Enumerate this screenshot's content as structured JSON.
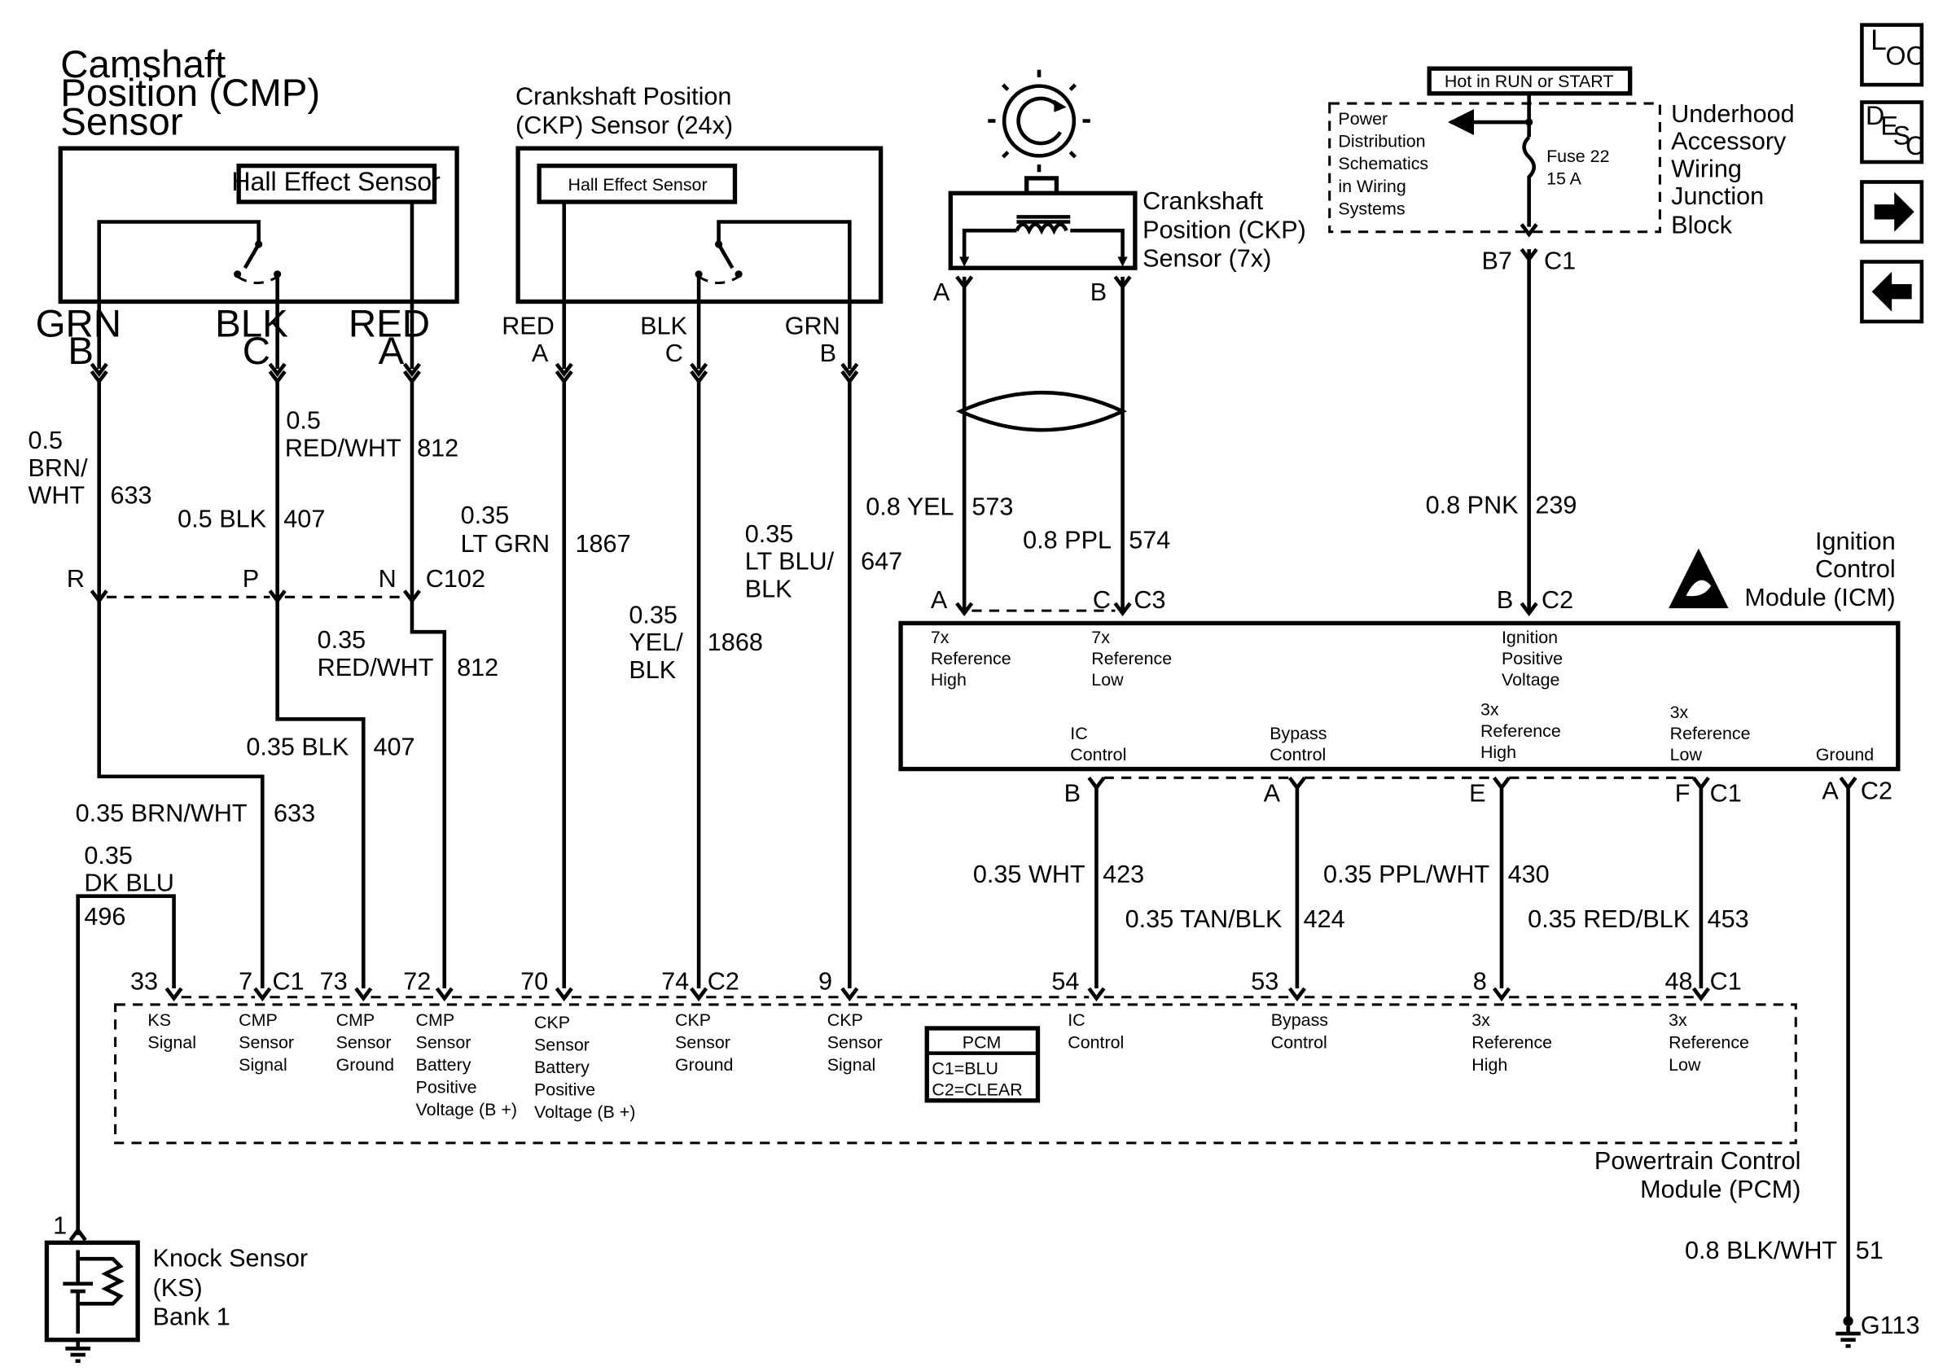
{
  "nav": {
    "loc_main": "L",
    "loc_sub": "OC",
    "desc_main": "D",
    "desc_e": "E",
    "desc_s": "S",
    "desc_c": "C",
    "next": "→",
    "prev": "←",
    "next_icon": "right-arrow-icon",
    "prev_icon": "left-arrow-icon"
  },
  "cmp": {
    "title1": "Camshaft",
    "title2": "Position (CMP)",
    "title3": "Sensor",
    "hall": "Hall Effect Sensor",
    "pins": [
      {
        "color": "GRN",
        "pin": "B"
      },
      {
        "color": "BLK",
        "pin": "C"
      },
      {
        "color": "RED",
        "pin": "A"
      }
    ]
  },
  "ckp24": {
    "title1": "Crankshaft Position",
    "title2": "(CKP) Sensor (24x)",
    "hall": "Hall Effect Sensor",
    "pins": [
      {
        "color": "RED",
        "pin": "A"
      },
      {
        "color": "BLK",
        "pin": "C"
      },
      {
        "color": "GRN",
        "pin": "B"
      }
    ]
  },
  "ckp7": {
    "title1": "Crankshaft",
    "title2": "Position (CKP)",
    "title3": "Sensor (7x)",
    "pin_a": "A",
    "pin_b": "B"
  },
  "uajb": {
    "hot": "Hot in RUN or START",
    "pd1": "Power",
    "pd2": "Distribution",
    "pd3": "Schematics",
    "pd4": "in Wiring",
    "pd5": "Systems",
    "fuse1": "Fuse 22",
    "fuse2": "15 A",
    "t1": "Underhood",
    "t2": "Accessory",
    "t3": "Wiring",
    "t4": "Junction",
    "t5": "Block",
    "pin": "B7",
    "conn": "C1"
  },
  "wires": {
    "w633a": {
      "gauge": "0.5",
      "c1": "BRN/",
      "c2": "WHT",
      "num": "633"
    },
    "w812a": {
      "gauge": "0.5",
      "color": "RED/WHT",
      "num": "812"
    },
    "w407a": {
      "label": "0.5 BLK",
      "num": "407"
    },
    "w1867": {
      "gauge": "0.35",
      "color": "LT GRN",
      "num": "1867"
    },
    "w647": {
      "gauge": "0.35",
      "c1": "LT BLU/",
      "c2": "BLK",
      "num": "647"
    },
    "w1868": {
      "gauge": "0.35",
      "c1": "YEL/",
      "c2": "BLK",
      "num": "1868"
    },
    "w573": {
      "label": "0.8 YEL",
      "num": "573"
    },
    "w574": {
      "label": "0.8 PPL",
      "num": "574"
    },
    "w239": {
      "label": "0.8 PNK",
      "num": "239"
    },
    "w812b": {
      "gauge": "0.35",
      "color": "RED/WHT",
      "num": "812"
    },
    "w407b": {
      "label": "0.35 BLK",
      "num": "407"
    },
    "w633b": {
      "label": "0.35 BRN/WHT",
      "num": "633"
    },
    "w496": {
      "gauge": "0.35",
      "color": "DK BLU",
      "num": "496"
    },
    "w423": {
      "label": "0.35 WHT",
      "num": "423"
    },
    "w424": {
      "label": "0.35 TAN/BLK",
      "num": "424"
    },
    "w430": {
      "label": "0.35 PPL/WHT",
      "num": "430"
    },
    "w453": {
      "label": "0.35 RED/BLK",
      "num": "453"
    },
    "w51": {
      "label": "0.8 BLK/WHT",
      "num": "51"
    }
  },
  "c102": {
    "r": "R",
    "p": "P",
    "n": "N",
    "name": "C102"
  },
  "icm": {
    "t1": "Ignition",
    "t2": "Control",
    "t3": "Module (ICM)",
    "esd_icon": "esd-warning-icon",
    "top_pins": {
      "a": "A",
      "c": "C",
      "c3": "C3",
      "b": "B",
      "c2": "C2"
    },
    "inputs": [
      {
        "l1": "7x",
        "l2": "Reference",
        "l3": "High"
      },
      {
        "l1": "7x",
        "l2": "Reference",
        "l3": "Low"
      },
      {
        "l1": "Ignition",
        "l2": "Positive",
        "l3": "Voltage"
      }
    ],
    "outputs": [
      {
        "l1": "IC",
        "l2": "Control"
      },
      {
        "l1": "Bypass",
        "l2": "Control"
      },
      {
        "l1": "3x",
        "l2": "Reference",
        "l3": "High"
      },
      {
        "l1": "3x",
        "l2": "Reference",
        "l3": "Low"
      },
      {
        "l1": "Ground"
      }
    ],
    "bot_pins": {
      "b": "B",
      "a": "A",
      "e": "E",
      "f": "F",
      "c1": "C1",
      "a2": "A",
      "c2": "C2"
    }
  },
  "pcm": {
    "title1": "Powertrain Control",
    "title2": "Module (PCM)",
    "legend": {
      "head": "PCM",
      "l1": "C1=BLU",
      "l2": "C2=CLEAR"
    },
    "pins": [
      "33",
      "7",
      "C1",
      "73",
      "72",
      "70",
      "74",
      "C2",
      "9",
      "54",
      "53",
      "8",
      "48",
      "C1"
    ],
    "ks": [
      "KS",
      "Signal"
    ],
    "cmps": [
      "CMP",
      "Sensor",
      "Signal"
    ],
    "cmpg": [
      "CMP",
      "Sensor",
      "Ground"
    ],
    "cmpb": [
      "CMP",
      "Sensor",
      "Battery",
      "Positive",
      "Voltage (B +)"
    ],
    "ckpb": [
      "CKP",
      "Sensor",
      "Battery",
      "Positive",
      "Voltage (B +)"
    ],
    "ckpg": [
      "CKP",
      "Sensor",
      "Ground"
    ],
    "ckps": [
      "CKP",
      "Sensor",
      "Signal"
    ],
    "ic": [
      "IC",
      "Control"
    ],
    "byp": [
      "Bypass",
      "Control"
    ],
    "r3h": [
      "3x",
      "Reference",
      "High"
    ],
    "r3l": [
      "3x",
      "Reference",
      "Low"
    ]
  },
  "ks": {
    "t1": "Knock Sensor",
    "t2": "(KS)",
    "t3": "Bank 1",
    "pin": "1"
  },
  "ground": {
    "name": "G113"
  }
}
